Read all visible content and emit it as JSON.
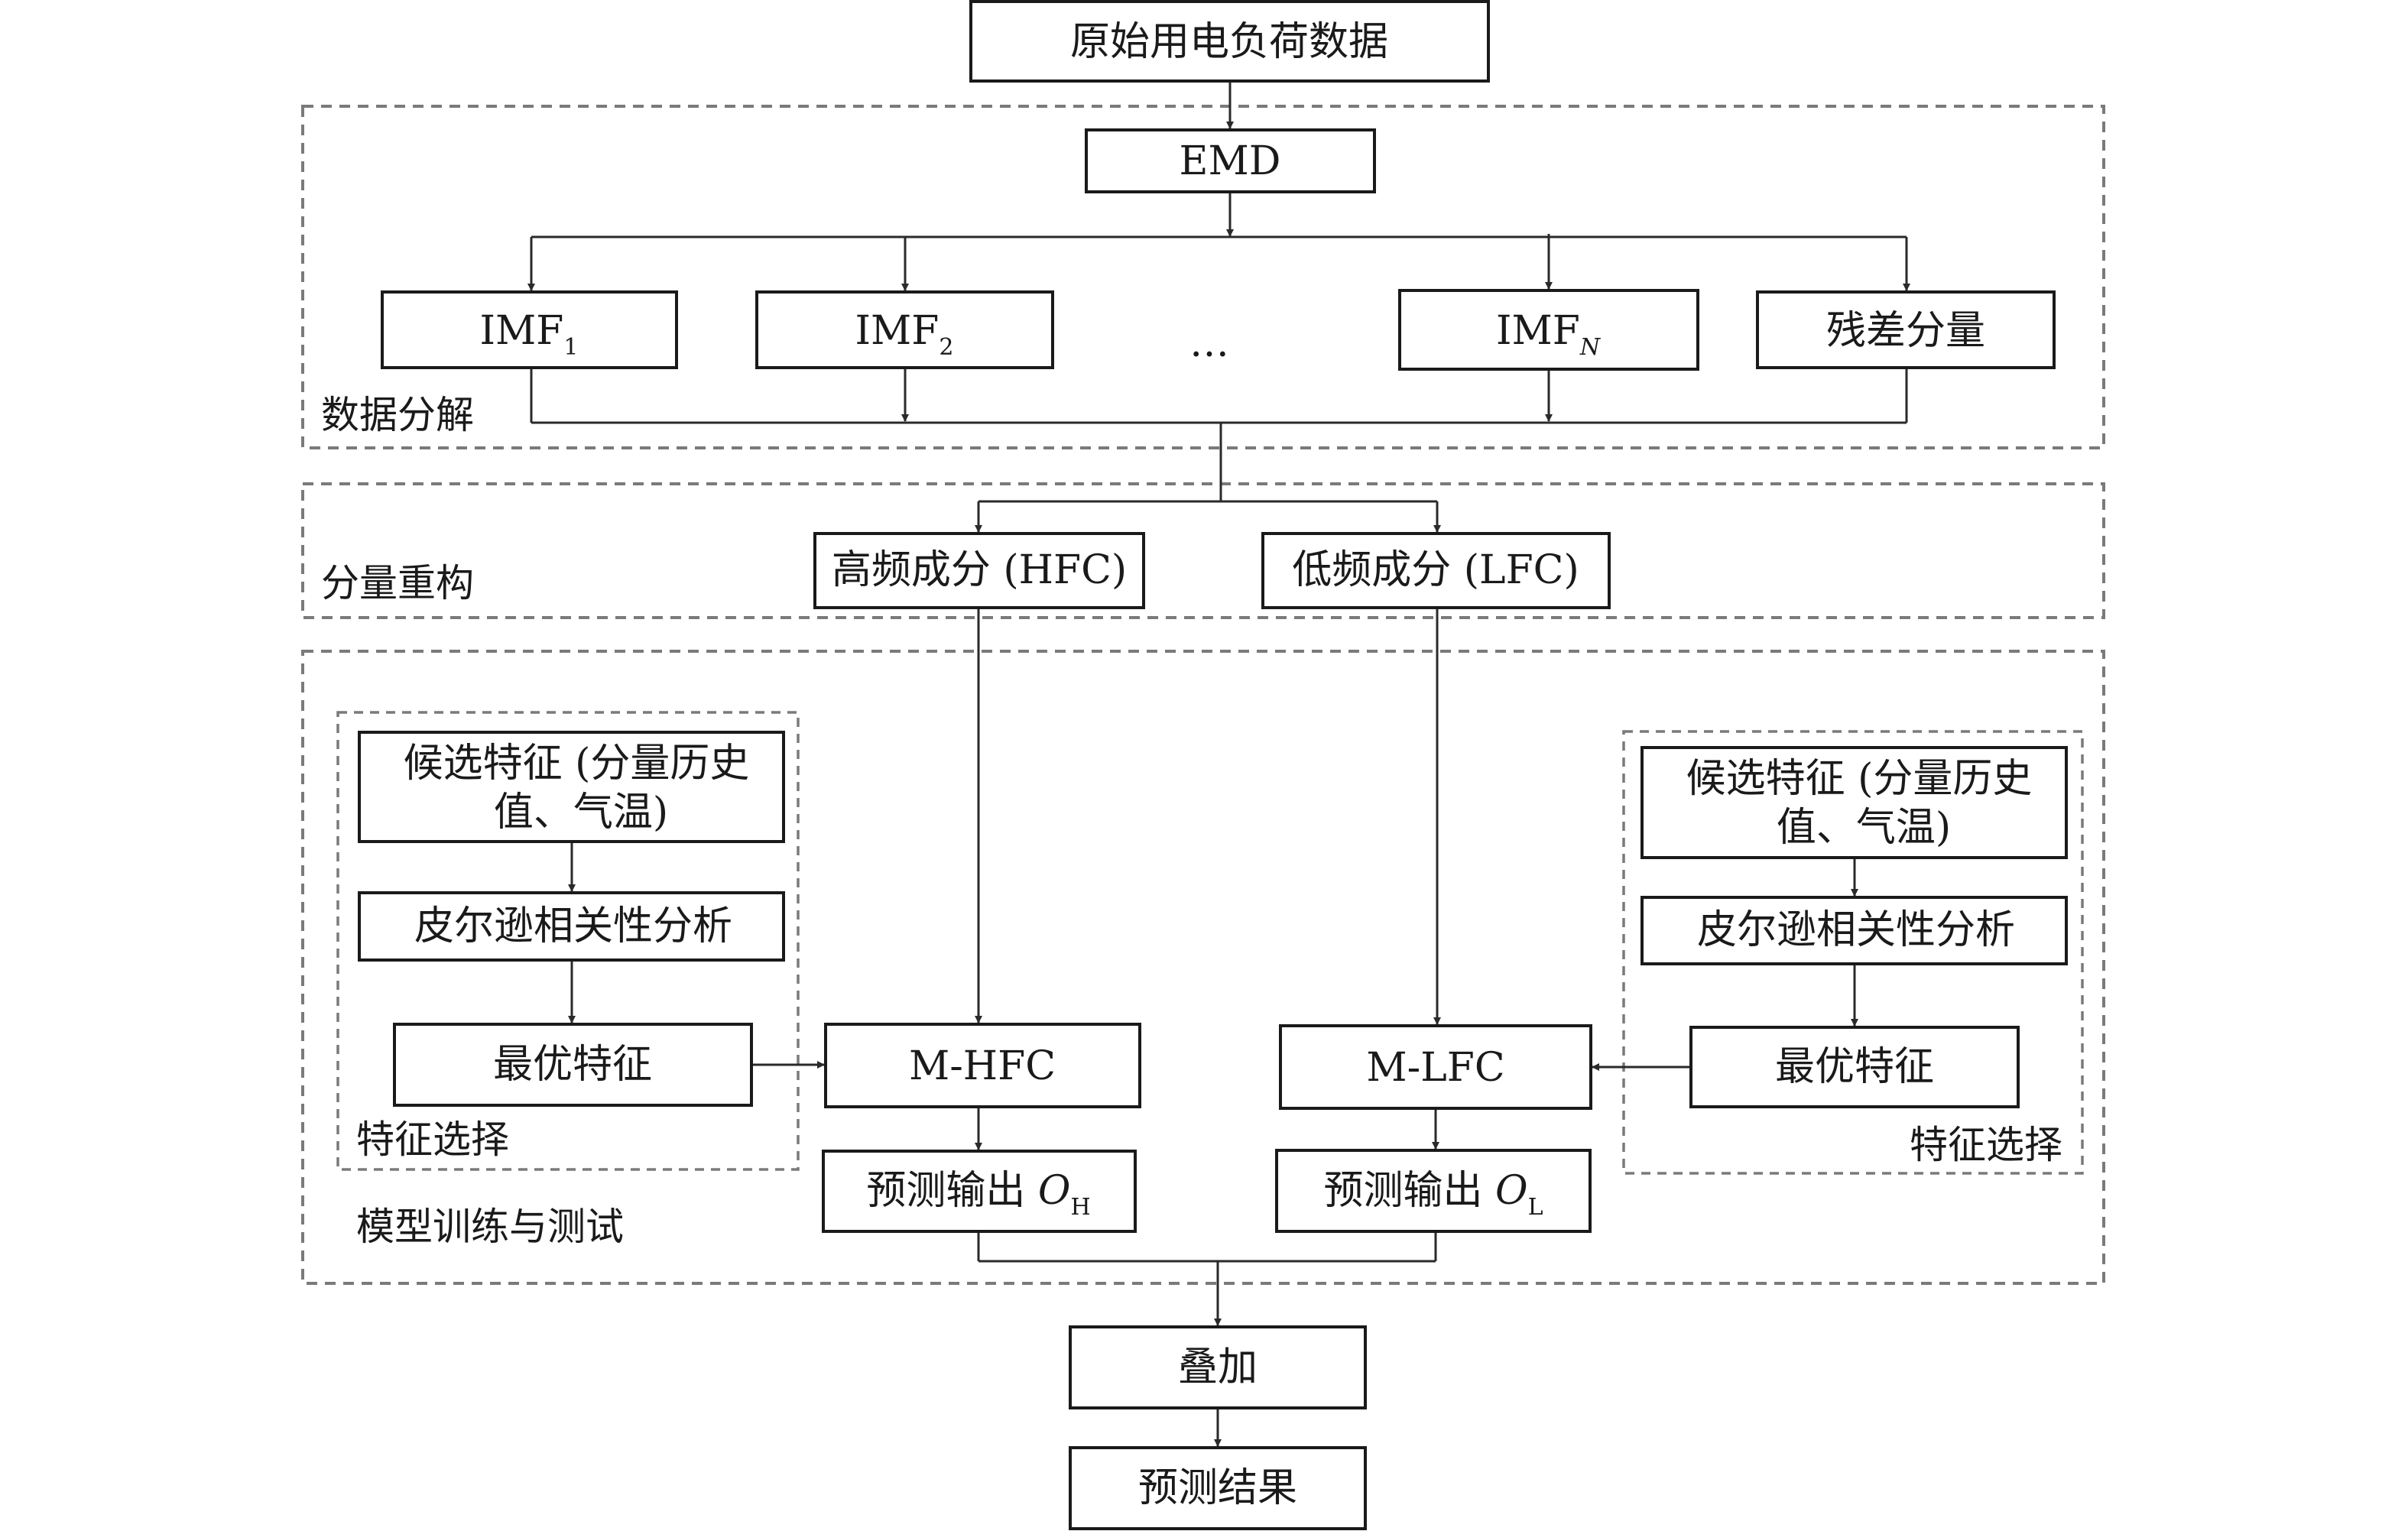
{
  "nodes": {
    "raw_data": "原始用电负荷数据",
    "emd": "EMD",
    "imf_prefix": "IMF",
    "imf1_sub": "1",
    "imf2_sub": "2",
    "imfn_sub": "N",
    "residual": "残差分量",
    "ellipsis": "…",
    "hfc": "高频成分 (HFC)",
    "lfc": "低频成分 (LFC)",
    "candidate_left_line1": "候选特征 (分量历史",
    "candidate_left_line2": "值、气温)",
    "pearson_left": "皮尔逊相关性分析",
    "optimal_left": "最优特征",
    "candidate_right_line1": "候选特征 (分量历史",
    "candidate_right_line2": "值、气温)",
    "pearson_right": "皮尔逊相关性分析",
    "optimal_right": "最优特征",
    "m_hfc": "M-HFC",
    "m_lfc": "M-LFC",
    "predict_h_prefix": "预测输出 ",
    "predict_h_var": "O",
    "predict_h_sub": "H",
    "predict_l_prefix": "预测输出 ",
    "predict_l_var": "O",
    "predict_l_sub": "L",
    "superpose": "叠加",
    "result": "预测结果"
  },
  "regions": {
    "decomposition": "数据分解",
    "reconstruction": "分量重构",
    "training": "模型训练与测试",
    "feature_left": "特征选择",
    "feature_right": "特征选择"
  }
}
